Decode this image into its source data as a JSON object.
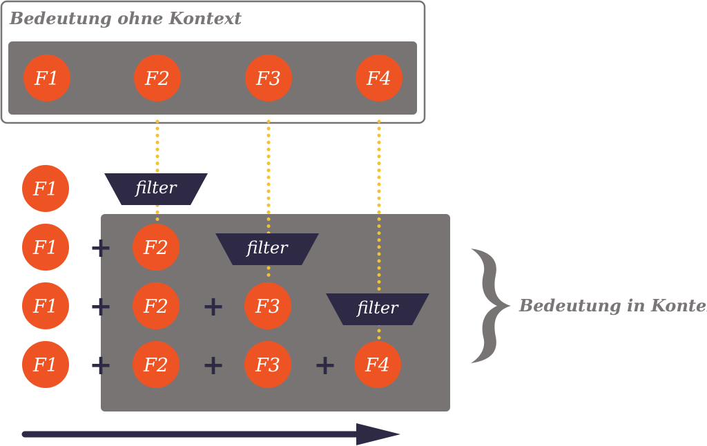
{
  "top_box": {
    "title": "Bedeutung ohne Kontext",
    "features": [
      "F1",
      "F2",
      "F3",
      "F4"
    ]
  },
  "filter_label": "filter",
  "plus_symbol": "+",
  "rows": [
    {
      "features": [
        "F1"
      ]
    },
    {
      "features": [
        "F1",
        "F2"
      ]
    },
    {
      "features": [
        "F1",
        "F2",
        "F3"
      ]
    },
    {
      "features": [
        "F1",
        "F2",
        "F3",
        "F4"
      ]
    }
  ],
  "context_label": "Bedeutung in Kontext",
  "colors": {
    "circle": "#ee5423",
    "panel": "#777473",
    "filter": "#2e2a45",
    "dotted_line": "#f2c230",
    "arrow": "#2e2a45",
    "label": "#7b7676"
  }
}
